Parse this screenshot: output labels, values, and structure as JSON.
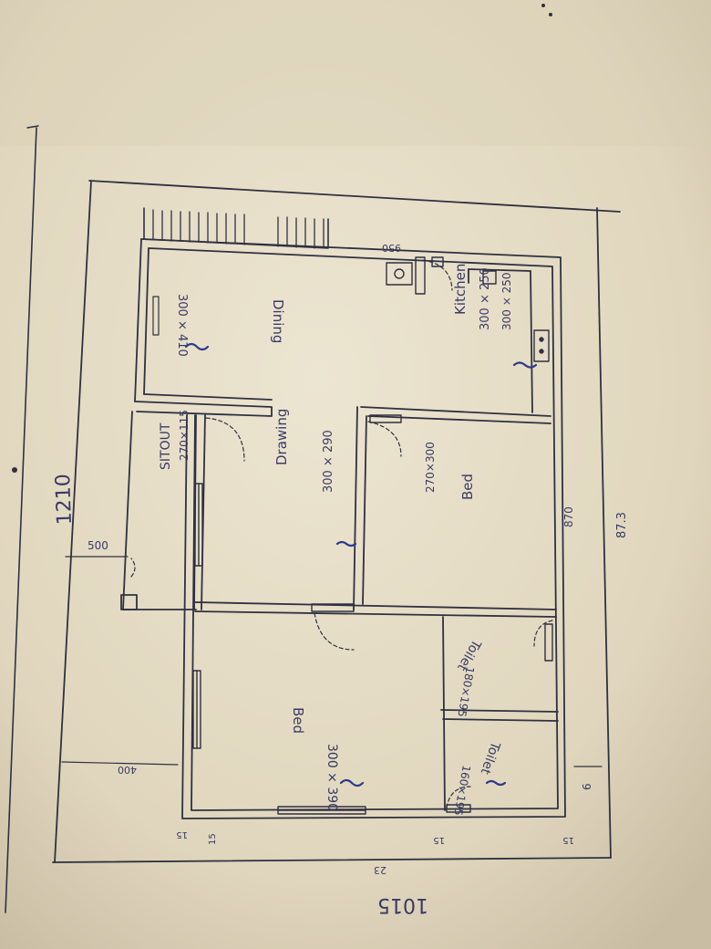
{
  "plot": {
    "overall_width": "1210",
    "overall_depth": "1015",
    "right_side": "87.3",
    "left_margin": "500",
    "lower_left_margin": "400",
    "bottom_marks": [
      "15",
      "15",
      "15",
      "15"
    ],
    "bottom_dim": "23",
    "top_mark": "950",
    "right_inner": "870",
    "right_small": "6"
  },
  "rooms": {
    "dining": {
      "label": "Dining",
      "dims": "300 × 410"
    },
    "kitchen": {
      "label": "Kitchen",
      "dims": "300 × 250",
      "dims2": "300 × 250"
    },
    "sitout": {
      "label": "SITOUT",
      "dims": "270×115"
    },
    "drawing": {
      "label": "Drawing",
      "dims": "300 × 290"
    },
    "bed1": {
      "label": "Bed",
      "dims": "270×300"
    },
    "bed2": {
      "label": "Bed",
      "dims": "300 × 390"
    },
    "toilet1": {
      "label": "Toilet",
      "dims": "180×195"
    },
    "toilet2": {
      "label": "Toilet",
      "dims": "160×195"
    }
  },
  "colors": {
    "paper": "#e8dfc8",
    "ink": "#2f3140",
    "pen": "#2c3a8a"
  }
}
